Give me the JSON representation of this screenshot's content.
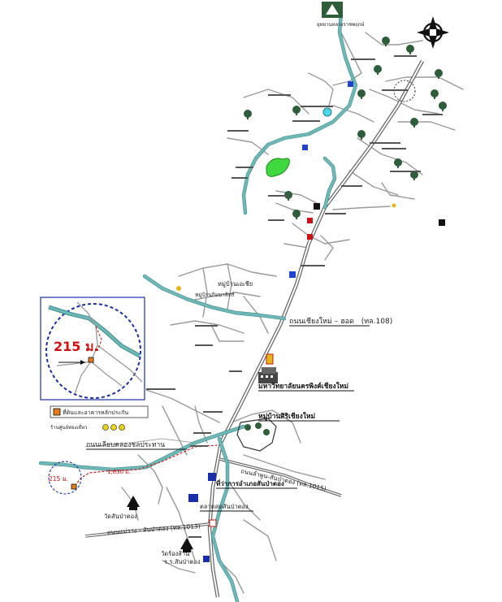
{
  "labels": {
    "top_park": "อุทยานหลวงราชพฤกษ์",
    "north_box": "215 ม.",
    "inset_distance": "215 ม.",
    "mini_distance": "215 ม.",
    "distance_1630": "1,630 ม.",
    "legend_site": "ที่ดินและอาคารหลักประกัน",
    "legend_note": "ร้านศูนย์ท่องเที่ยว",
    "village_1": "หมู่บ้านเอเชีย",
    "village_2": "หมู่บ้านกิมบาลิทร์",
    "road_chiangmai_hod": "ถนนเชียงใหม่ – ฮอด",
    "road_chiangmai_hod_code": "(ทล.108)",
    "university": "มหาวิทยาลัยนครพิงค์เชียงใหม่",
    "village_3": "หมู่บ้านสิริเชียงใหม่",
    "canal_road": "ถนนเลียบคลองชลประทาน",
    "road_lamphun": "ถนนลำพูน-สันป่าตอง (ทล.1015)",
    "district_office": "ที่ว่าการอำเภอสันป่าตอง",
    "market": "ตลาดสดสันป่าตอง",
    "temple_1": "วัดสันป่าตอง",
    "road_maewang": "ถนนแม่วาง - สันป่าตอง (ทล.1013)",
    "temple_2": "วัดร้องส้าน",
    "school": "ร.ร.สันป่าตอง"
  },
  "icons": {
    "north": "north-arrow-icon",
    "tree": "tree-icon",
    "building": "building-icon",
    "site": "site-marker-icon",
    "temple": "temple-icon"
  },
  "colors": {
    "river": "#6fb8b8",
    "road": "#9a9a9a",
    "inset_border": "#1a2ea8",
    "distance_red": "#d01010",
    "park_green": "#3fd93f",
    "site_orange": "#e87a1a"
  }
}
